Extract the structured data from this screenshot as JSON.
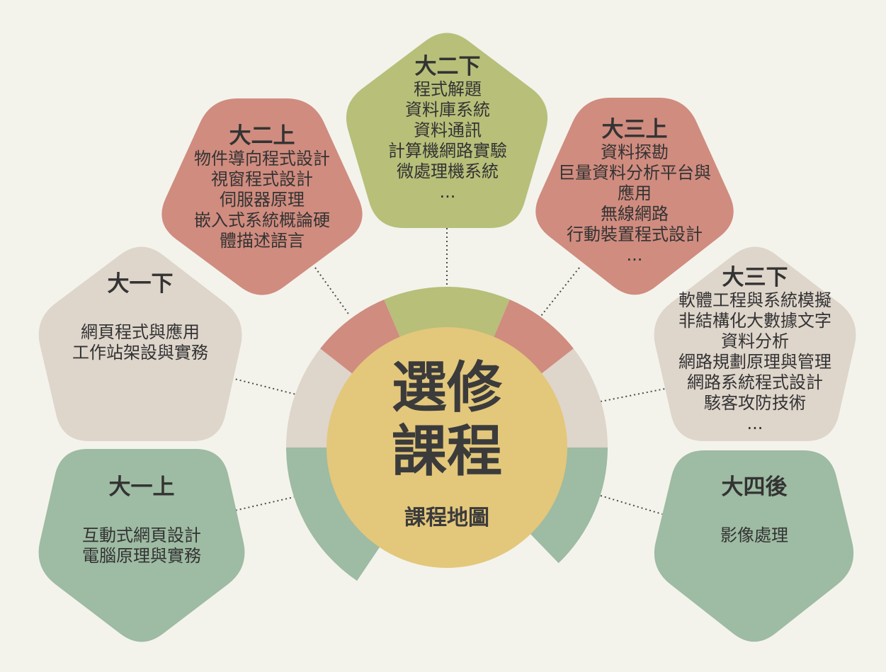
{
  "center": {
    "title_line1": "選修",
    "title_line2": "課程",
    "subtitle": "課程地圖"
  },
  "colors": {
    "background": "#f3f3ec",
    "green": "#9ebba3",
    "beige": "#ded5cb",
    "red": "#d08c7f",
    "olive": "#b7bf79",
    "center": "#e3c77b",
    "text": "#333333"
  },
  "semesters": [
    {
      "id": "y1a",
      "title": "大一上",
      "color": "green",
      "courses": [
        "互動式網頁設計",
        "電腦原理與實務"
      ]
    },
    {
      "id": "y1b",
      "title": "大一下",
      "color": "beige",
      "courses": [
        "網頁程式與應用",
        "工作站架設與實務"
      ]
    },
    {
      "id": "y2a",
      "title": "大二上",
      "color": "red",
      "courses": [
        "物件導向程式設計",
        "視窗程式設計",
        "伺服器原理",
        "嵌入式系統概論硬",
        "體描述語言"
      ]
    },
    {
      "id": "y2b",
      "title": "大二下",
      "color": "olive",
      "courses": [
        "程式解題",
        "資料庫系統",
        "資料通訊",
        "計算機網路實驗",
        "微處理機系統",
        "..."
      ]
    },
    {
      "id": "y3a",
      "title": "大三上",
      "color": "red",
      "courses": [
        "資料探勘",
        "巨量資料分析平台與",
        "應用",
        "無線網路",
        "行動裝置程式設計",
        "..."
      ]
    },
    {
      "id": "y3b",
      "title": "大三下",
      "color": "beige",
      "courses": [
        "軟體工程與系統模擬",
        "非結構化大數據文字",
        "資料分析",
        "網路規劃原理與管理",
        "網路系統程式設計",
        "駭客攻防技術",
        "..."
      ]
    },
    {
      "id": "y4",
      "title": "大四後",
      "color": "green",
      "courses": [
        "影像處理"
      ]
    }
  ]
}
